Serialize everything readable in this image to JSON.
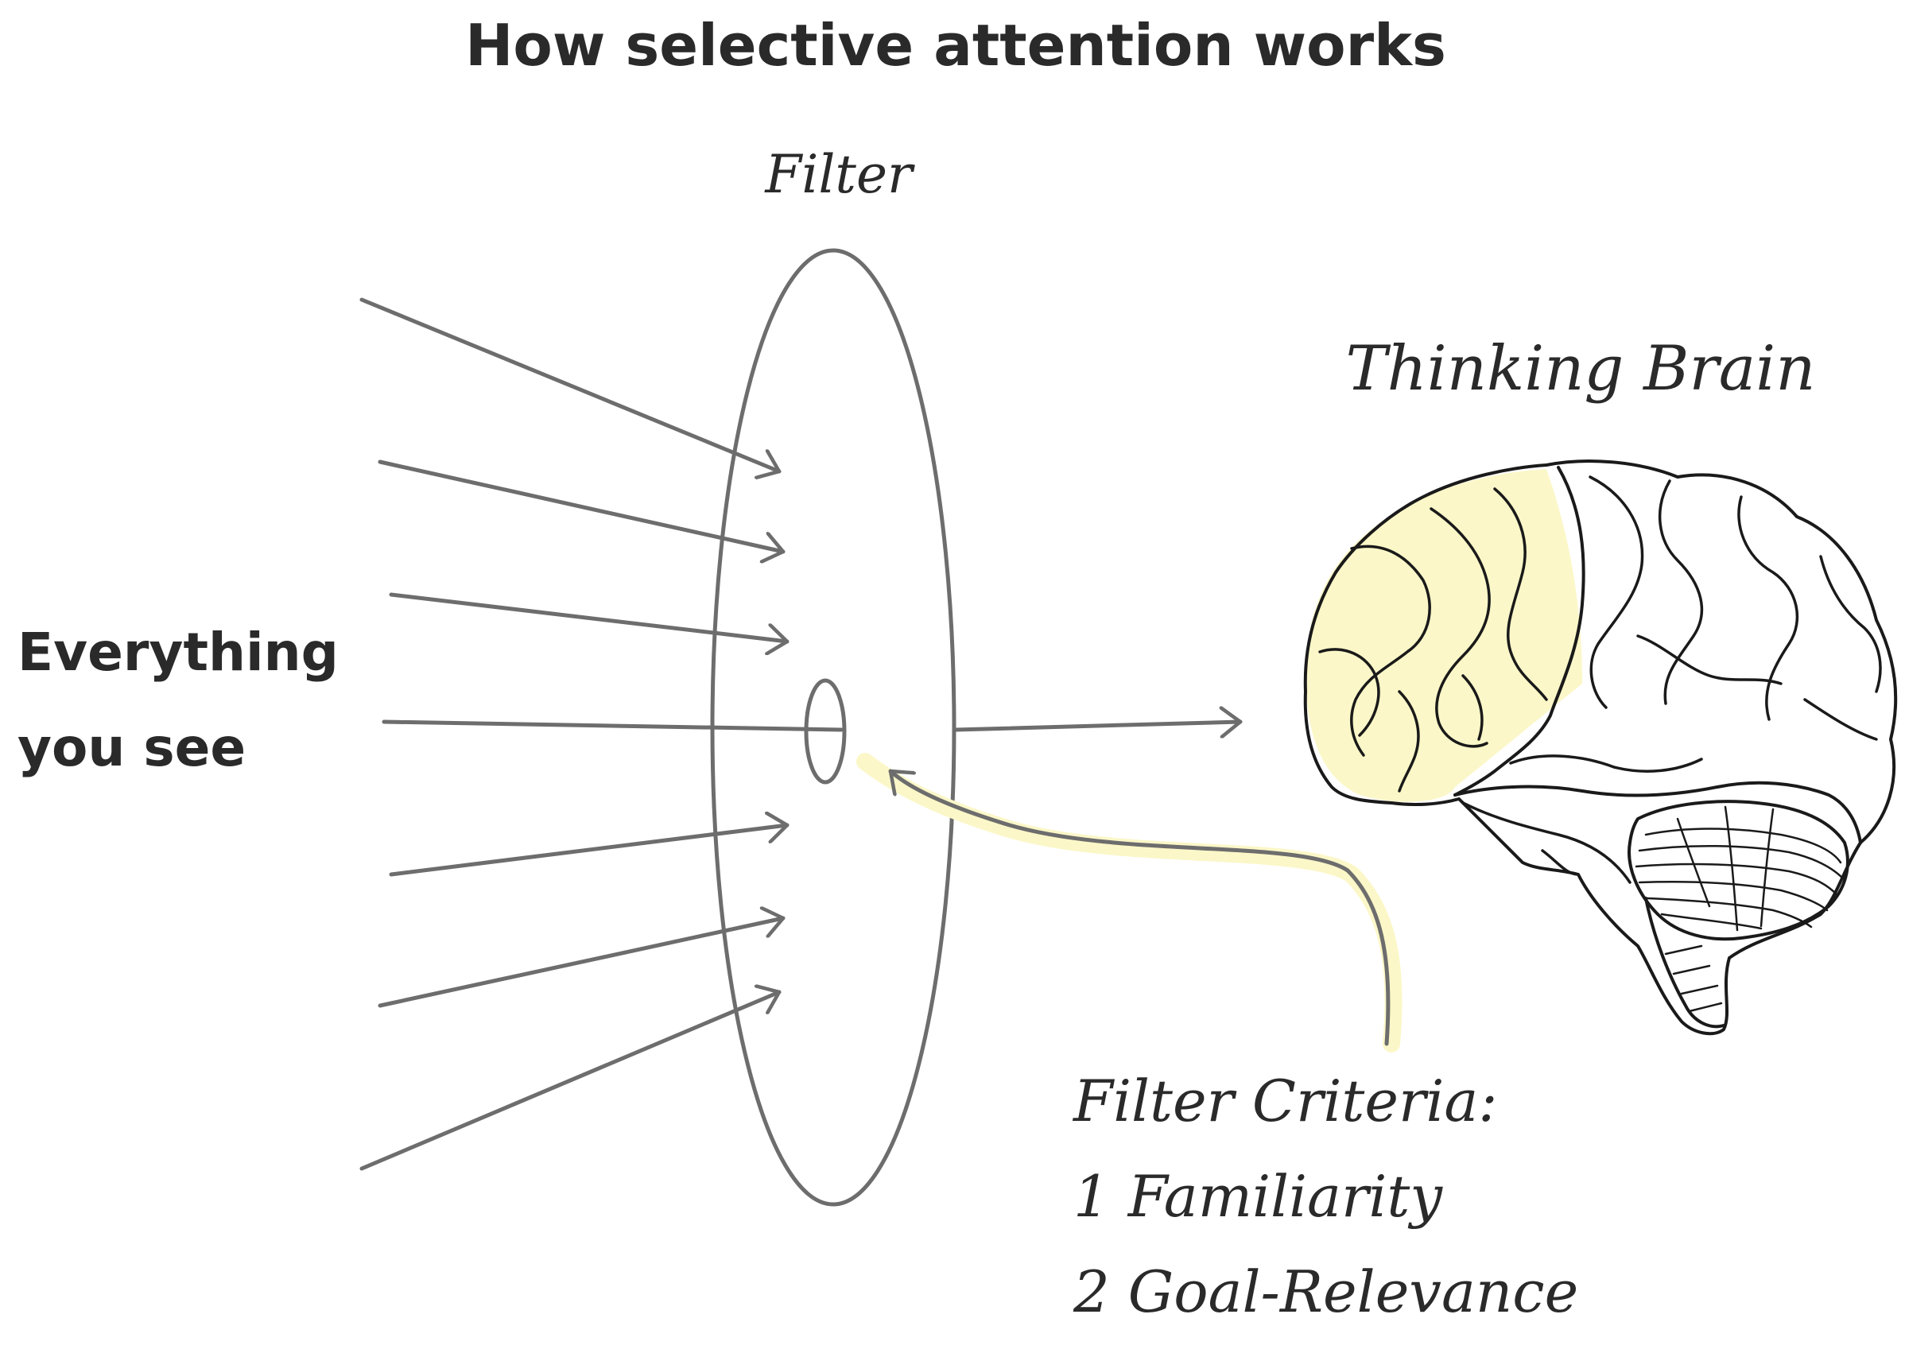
{
  "title": "How selective attention works",
  "filter_label": "Filter",
  "input_label_line1": "Everything",
  "input_label_line2": "you see",
  "brain_label": "Thinking Brain",
  "criteria": {
    "heading": "Filter Criteria:",
    "items": [
      "1 Familiarity",
      "2 Goal-Relevance"
    ]
  },
  "colors": {
    "line": "#6d6d6d",
    "text": "#2a2a2a",
    "highlight": "#fbf7c8"
  }
}
